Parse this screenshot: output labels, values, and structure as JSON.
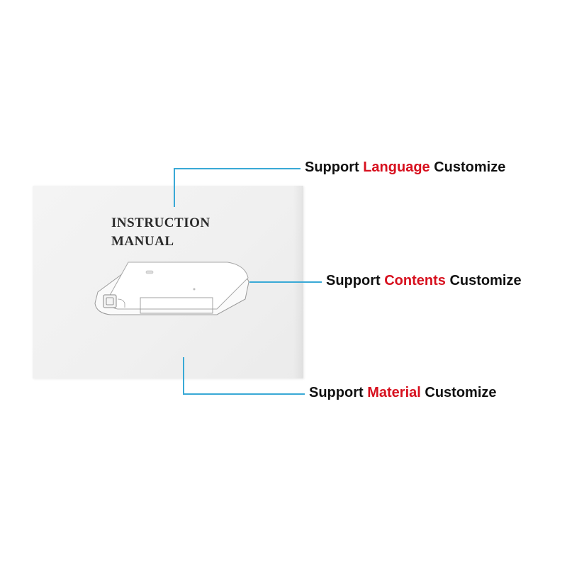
{
  "manual": {
    "title_line1": "INSTRUCTION",
    "title_line2": "MANUAL"
  },
  "callouts": [
    {
      "prefix": "Support",
      "highlight": "Language",
      "suffix": "Customize"
    },
    {
      "prefix": "Support",
      "highlight": "Contents",
      "suffix": "Customize"
    },
    {
      "prefix": "Support",
      "highlight": "Material",
      "suffix": "Customize"
    }
  ],
  "colors": {
    "accent": "#d7101e",
    "leader_line": "#39a9d6",
    "text": "#111111",
    "paper": "#f2f2f2"
  }
}
